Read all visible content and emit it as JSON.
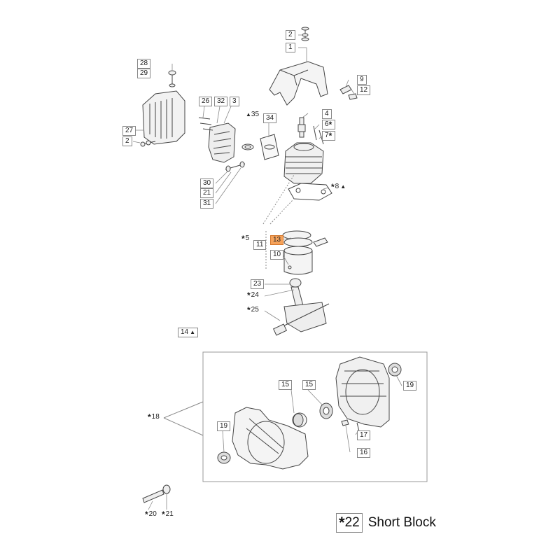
{
  "labels": {
    "p1": "1",
    "p2a": "2",
    "p2b": "2",
    "p3": "3",
    "p4": "4",
    "p5": "5",
    "p6": "6",
    "p7": "7",
    "p8": "8",
    "p9": "9",
    "p10": "10",
    "p11": "11",
    "p12": "12",
    "p13": "13",
    "p14": "14",
    "p15a": "15",
    "p15b": "15",
    "p16": "16",
    "p17": "17",
    "p18": "18",
    "p19a": "19",
    "p19b": "19",
    "p20": "20",
    "p21a": "21",
    "p21b": "21",
    "p22": "22",
    "p23": "23",
    "p24": "24",
    "p25": "25",
    "p26": "26",
    "p27": "27",
    "p28": "28",
    "p29": "29",
    "p30": "30",
    "p31": "31",
    "p32": "32",
    "p34": "34",
    "p35": "35"
  },
  "legend": {
    "symbol": "*",
    "number": "22",
    "text": "Short Block"
  },
  "marks": {
    "star": "*",
    "triangle": "▲"
  },
  "colors": {
    "highlight": "#f5a25a",
    "line": "#555555"
  }
}
